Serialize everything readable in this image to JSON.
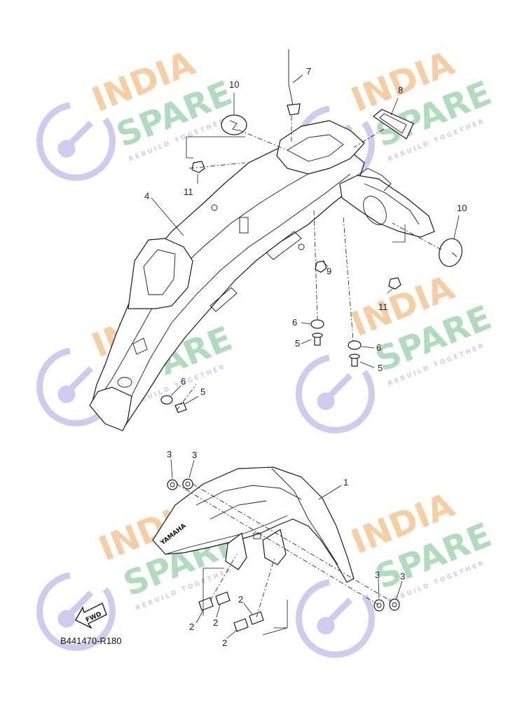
{
  "watermark": {
    "line1": "INDIA",
    "line2": "SPARE",
    "tagline": "REBUILD TOGETHER",
    "colors": {
      "line1": "#f6c99a",
      "line2": "#a8d8b9",
      "icon": "#c9c6ee"
    }
  },
  "parts": [
    {
      "key": "rear_fender",
      "label": "4"
    },
    {
      "key": "front_fender",
      "label": "1"
    },
    {
      "key": "bolt_front",
      "label": "2"
    },
    {
      "key": "collar_front",
      "label": "3"
    },
    {
      "key": "bolt_rear",
      "label": "5"
    },
    {
      "key": "grommet",
      "label": "6"
    },
    {
      "key": "wire_clip",
      "label": "7"
    },
    {
      "key": "reflector_plate",
      "label": "8"
    },
    {
      "key": "nut_9",
      "label": "9"
    },
    {
      "key": "reflector_round",
      "label": "10"
    },
    {
      "key": "nut_11",
      "label": "11"
    }
  ],
  "callouts": {
    "c1": "1",
    "c2": "2",
    "c3": "3",
    "c4": "4",
    "c5": "5",
    "c6": "6",
    "c7": "7",
    "c8": "8",
    "c9": "9",
    "c10": "10",
    "c11": "11"
  },
  "fwd_label": "FWD",
  "fender_logo": "YAMAHA",
  "reference_code": "B441470-R180"
}
